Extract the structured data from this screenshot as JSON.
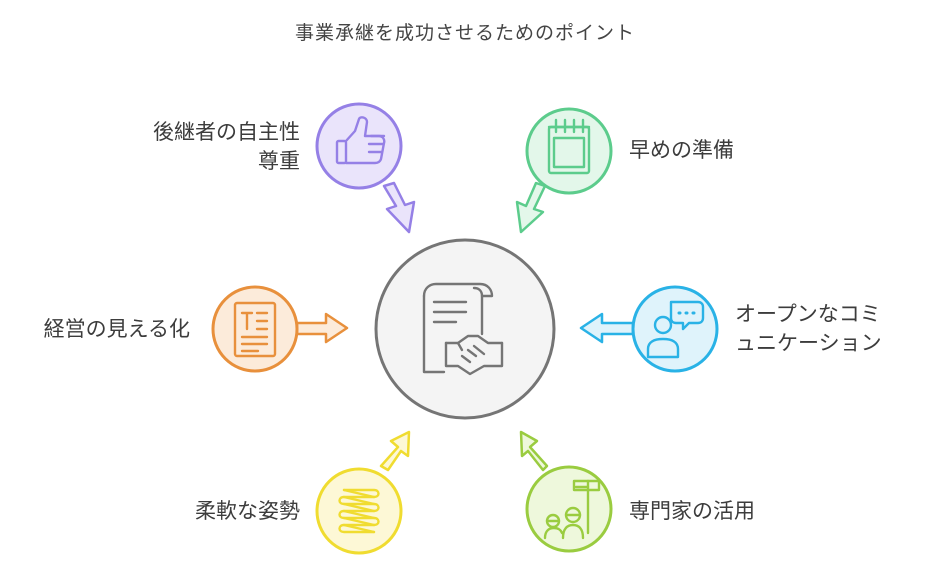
{
  "title": "事業承継を成功させるためのポイント",
  "points": [
    {
      "lines": [
        "後継者の自主性",
        "尊重"
      ],
      "icon": "thumbs-up-icon",
      "color": "#9580e6"
    },
    {
      "lines": [
        "早めの準備"
      ],
      "icon": "calendar-icon",
      "color": "#5ccc8c"
    },
    {
      "lines": [
        "オープンなコミ",
        "ュニケーション"
      ],
      "icon": "person-chat-icon",
      "color": "#29b2e6"
    },
    {
      "lines": [
        "専門家の活用"
      ],
      "icon": "expert-team-flag-icon",
      "color": "#9acc40"
    },
    {
      "lines": [
        "柔軟な姿勢"
      ],
      "icon": "spring-coil-icon",
      "color": "#f0dc30"
    },
    {
      "lines": [
        "経営の見える化"
      ],
      "icon": "document-icon",
      "color": "#e8903c"
    }
  ],
  "center": {
    "icon": "contract-handshake-icon",
    "color": "#757575"
  }
}
